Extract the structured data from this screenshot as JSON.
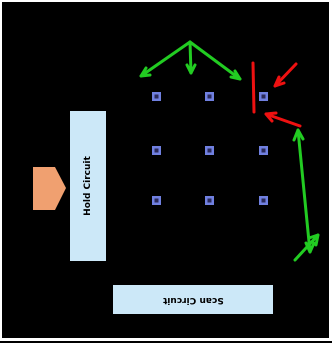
{
  "colors": {
    "background": "#000000",
    "box_fill": "#cce8f8",
    "input_arrow": "#f0a070",
    "pixel": "#7080e0",
    "green_arrows": "#22cc22",
    "red_arrows": "#ee1111"
  },
  "hold_circuit": {
    "label": "Hold Circuit"
  },
  "scan_circuit": {
    "label": "Scan Circuit"
  },
  "pixel_grid": {
    "rows": 3,
    "cols": 3,
    "glyph": "pixel-icon"
  }
}
